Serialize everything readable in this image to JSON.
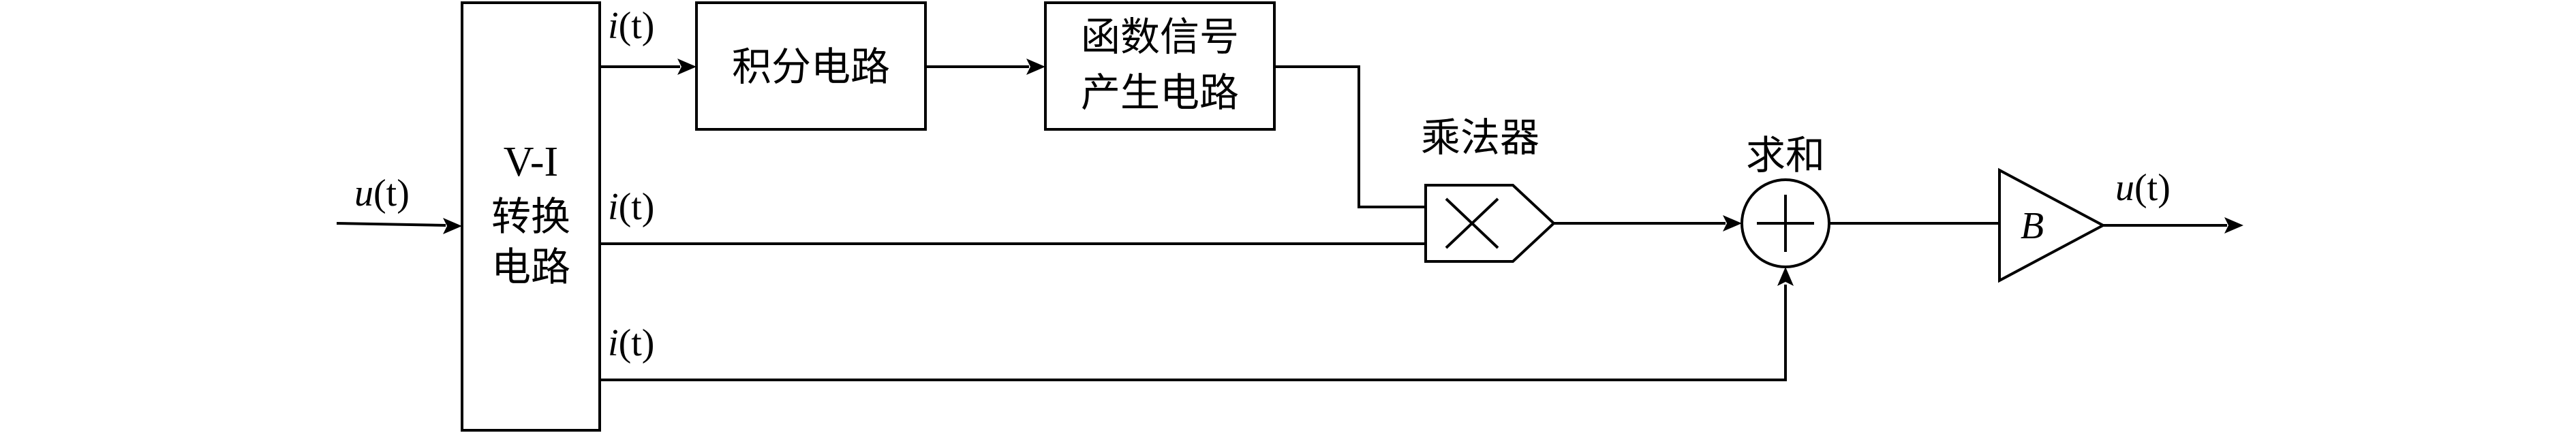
{
  "input_signal": {
    "var": "u",
    "arg": "(t)"
  },
  "output_signal": {
    "var": "u",
    "arg": "(t)"
  },
  "current_signal": {
    "var": "i",
    "arg": "(t)"
  },
  "vi_converter": {
    "line1": "V-I",
    "line2": "转换",
    "line3": "电路"
  },
  "integrator": {
    "label": "积分电路"
  },
  "function_generator": {
    "line1": "函数信号",
    "line2": "产生电路"
  },
  "multiplier": {
    "label": "乘法器"
  },
  "summer": {
    "label": "求和"
  },
  "amplifier": {
    "gain": "B"
  }
}
